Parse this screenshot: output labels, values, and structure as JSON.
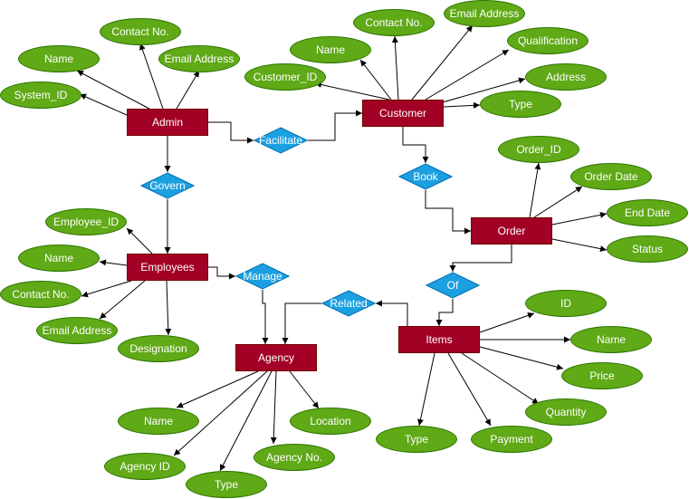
{
  "colors": {
    "entity_fill": "#a20025",
    "entity_stroke": "#6f0000",
    "attribute_fill": "#60a917",
    "attribute_stroke": "#2d7600",
    "relationship_fill": "#1ba1e2",
    "relationship_stroke": "#006eaf",
    "text": "#ffffff",
    "edge": "#000000"
  },
  "entities": {
    "admin": "Admin",
    "customer": "Customer",
    "employees": "Employees",
    "order": "Order",
    "agency": "Agency",
    "items": "Items"
  },
  "relationships": {
    "facilitate": "Facilitate",
    "govern": "Govern",
    "book": "Book",
    "manage": "Manage",
    "of": "Of",
    "related": "Related"
  },
  "attributes": {
    "admin": {
      "name": "Name",
      "contact": "Contact No.",
      "email": "Email Address",
      "system_id": "System_ID"
    },
    "customer": {
      "customer_id": "Customer_ID",
      "name": "Name",
      "contact": "Contact No.",
      "email": "Email Address",
      "qualification": "Qualification",
      "address": "Address",
      "type": "Type"
    },
    "employees": {
      "employee_id": "Employee_ID",
      "name": "Name",
      "contact": "Contact No.",
      "email": "Email Address",
      "designation": "Designation"
    },
    "order": {
      "order_id": "Order_ID",
      "order_date": "Order Date",
      "end_date": "End Date",
      "status": "Status"
    },
    "items": {
      "id": "ID",
      "name": "Name",
      "price": "Price",
      "quantity": "Quantity",
      "type": "Type",
      "payment": "Payment"
    },
    "agency": {
      "name": "Name",
      "agency_id": "Agency ID",
      "type": "Type",
      "agency_no": "Agency No.",
      "location": "Location"
    }
  }
}
